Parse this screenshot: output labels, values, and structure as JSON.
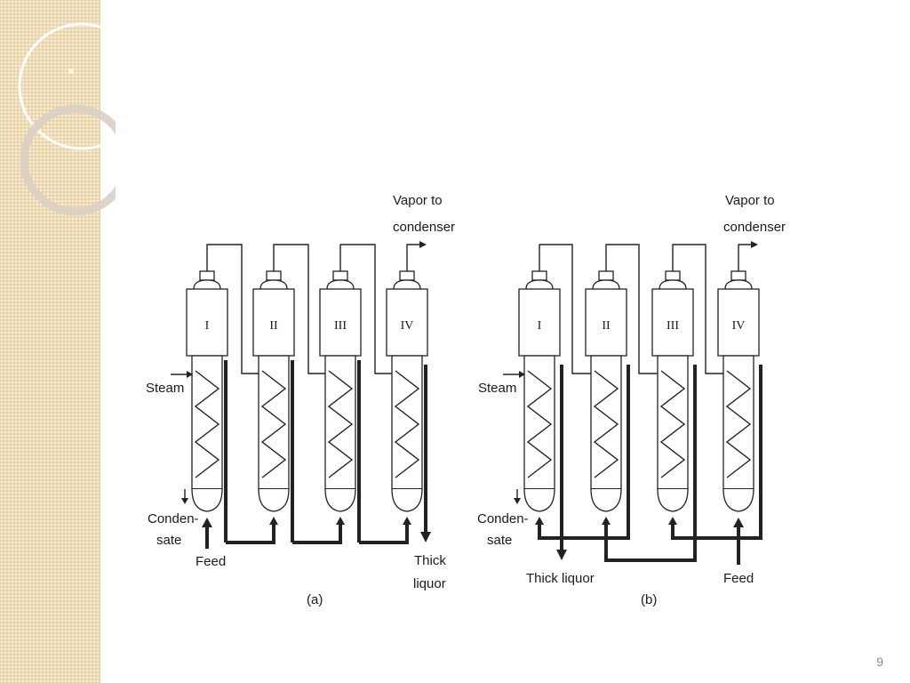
{
  "slide": {
    "page_number": "9",
    "accent_color": "#efdcb4"
  },
  "diagram": {
    "a": {
      "vapor_label_line1": "Vapor to",
      "vapor_label_line2": "condenser",
      "steam_label": "Steam",
      "condensate_line1": "Conden-",
      "condensate_line2": "sate",
      "feed_label": "Feed",
      "thick_liquor_line1": "Thick",
      "thick_liquor_line2": "liquor",
      "caption": "(a)",
      "effects": [
        "I",
        "II",
        "III",
        "IV"
      ]
    },
    "b": {
      "vapor_label_line1": "Vapor to",
      "vapor_label_line2": "condenser",
      "steam_label": "Steam",
      "condensate_line1": "Conden-",
      "condensate_line2": "sate",
      "thick_liquor_label": "Thick liquor",
      "feed_label": "Feed",
      "caption": "(b)",
      "effects": [
        "I",
        "II",
        "III",
        "IV"
      ]
    }
  }
}
